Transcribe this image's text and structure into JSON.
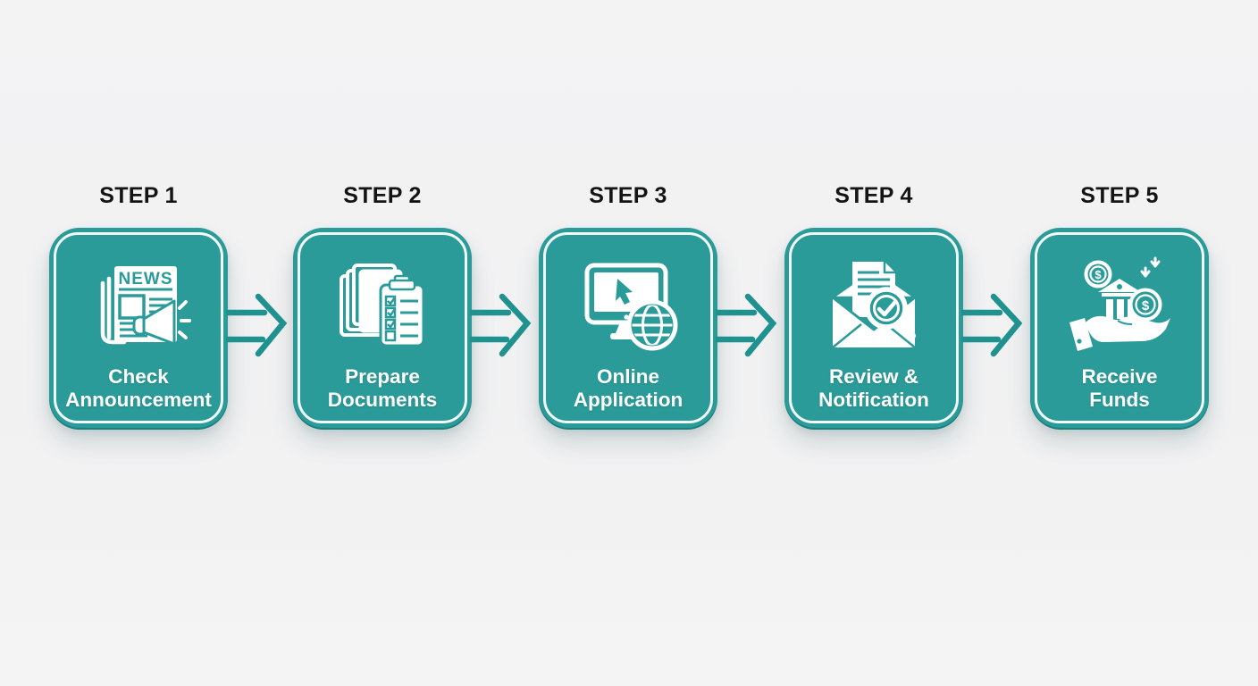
{
  "page": {
    "background_color": "#f2f2f3",
    "type": "process-flow-infographic"
  },
  "theme": {
    "teal_fill": "#2a9b99",
    "teal_stroke": "#1f8f8d",
    "arrow_color": "#1f9290",
    "inner_border_color": "#f2fbfa",
    "title_color": "#141414",
    "label_color": "#ffffff"
  },
  "steps": [
    {
      "step_label": "STEP 1",
      "title_lines": [
        "Check",
        "Announcement"
      ],
      "icon": "newspaper-megaphone-icon",
      "news_text": "NEWS"
    },
    {
      "step_label": "STEP 2",
      "title_lines": [
        "Prepare",
        "Documents"
      ],
      "icon": "documents-clipboard-icon"
    },
    {
      "step_label": "STEP 3",
      "title_lines": [
        "Online",
        "Application"
      ],
      "icon": "computer-globe-icon"
    },
    {
      "step_label": "STEP 4",
      "title_lines": [
        "Review &",
        "Notification"
      ],
      "icon": "envelope-magnifier-icon"
    },
    {
      "step_label": "STEP 5",
      "title_lines": [
        "Receive",
        "Funds"
      ],
      "icon": "hand-bank-coins-icon",
      "coin_symbol": "$"
    }
  ],
  "connectors": {
    "count": 4,
    "style": "outlined right arrow"
  }
}
